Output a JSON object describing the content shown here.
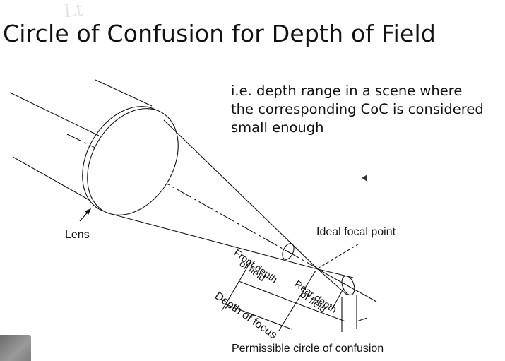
{
  "slide": {
    "title": "Circle of Confusion for Depth of Field",
    "note_lines": [
      "i.e. depth range in a scene where",
      "the corresponding CoC is considered",
      "small enough"
    ],
    "watermark": "Lt"
  },
  "diagram": {
    "labels": {
      "lens": "Lens",
      "ideal_focal_point": "Ideal focal point",
      "front_depth_line1": "Front depth",
      "front_depth_line2": "of field",
      "rear_depth_line1": "Rear depth",
      "rear_depth_line2": "of field",
      "depth_of_focus": "Depth of focus",
      "permissible_coc": "Permissible circle of confusion"
    },
    "colors": {
      "ink": "#111111"
    }
  },
  "overlay": {
    "camera_thumbnail": "webcam-thumbnail",
    "cursor_icon": "mouse-cursor-icon"
  }
}
